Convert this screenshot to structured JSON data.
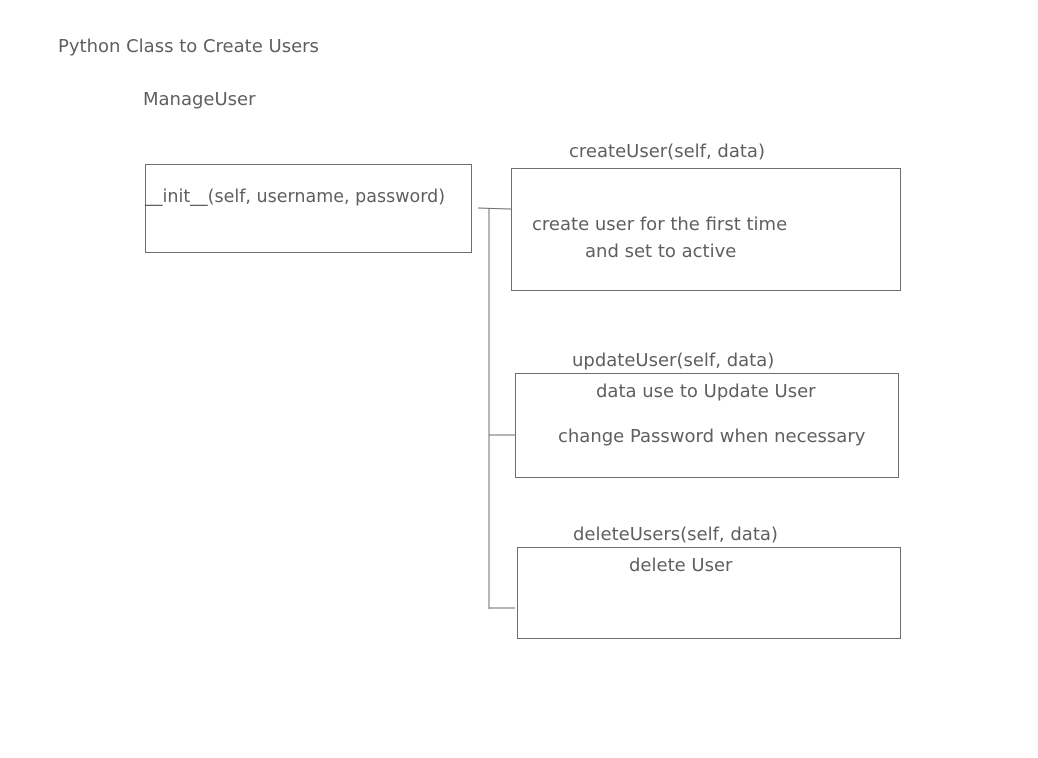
{
  "diagram": {
    "title": "Python Class to Create Users",
    "class_name": "ManageUser",
    "init_box": {
      "label": "__init__(self, username, password)"
    },
    "methods": [
      {
        "signature": "createUser(self, data)",
        "lines": [
          "create user for the first time",
          "and set to active"
        ]
      },
      {
        "signature": "updateUser(self, data)",
        "lines": [
          "data use to Update User",
          "change Password when necessary"
        ]
      },
      {
        "signature": "deleteUsers(self, data)",
        "lines": [
          "delete User"
        ]
      }
    ]
  }
}
